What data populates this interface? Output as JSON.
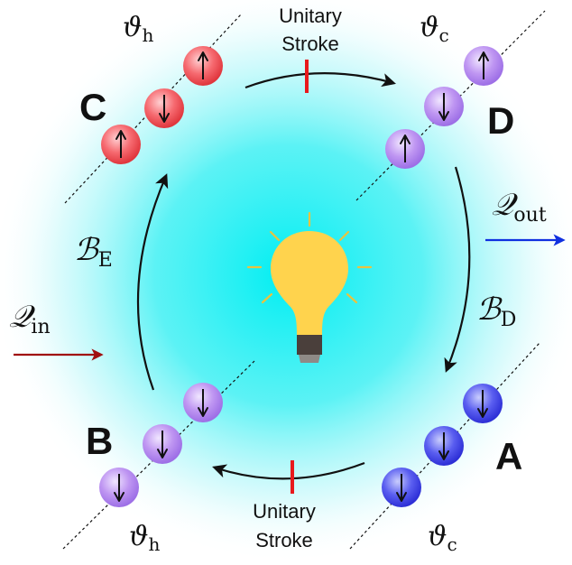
{
  "colors": {
    "glow_center": "#00eef2",
    "hot_spin": "#f24f55",
    "cold_spin_light": "#b084ee",
    "cold_spin_dark": "#3a3ee6",
    "arrow_in": "#a01010",
    "arrow_out": "#1030e0",
    "stroke_marker": "#e8191c",
    "bulb": "#ffd34d",
    "bulb_rays": "#e8c340",
    "bulb_base": "#4a3f3b"
  },
  "nodes": {
    "A": {
      "letter": "A",
      "temp_symbol": "ϑ",
      "temp_sub": "c",
      "spins": [
        "down",
        "down",
        "down"
      ],
      "color": "cold_spin_dark"
    },
    "B": {
      "letter": "B",
      "temp_symbol": "ϑ",
      "temp_sub": "h",
      "spins": [
        "down",
        "down",
        "down"
      ],
      "color": "cold_spin_light"
    },
    "C": {
      "letter": "C",
      "temp_symbol": "ϑ",
      "temp_sub": "h",
      "spins": [
        "up",
        "down",
        "up"
      ],
      "color": "hot_spin"
    },
    "D": {
      "letter": "D",
      "temp_symbol": "ϑ",
      "temp_sub": "c",
      "spins": [
        "up",
        "down",
        "up"
      ],
      "color": "cold_spin_light"
    }
  },
  "strokes": {
    "top_line1": "Unitary",
    "top_line2": "Stroke",
    "bottom_line1": "Unitary",
    "bottom_line2": "Stroke"
  },
  "baths": {
    "left_symbol": "ℬ",
    "left_sub": "E",
    "right_symbol": "ℬ",
    "right_sub": "D"
  },
  "heat": {
    "in_symbol": "𝒬",
    "in_sub": "in",
    "out_symbol": "𝒬",
    "out_sub": "out"
  }
}
